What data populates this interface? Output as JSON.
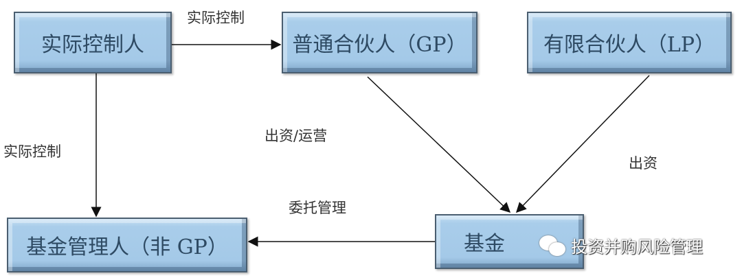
{
  "nodes": {
    "controller": "实际控制人",
    "gp": "普通合伙人（GP）",
    "lp": "有限合伙人（LP）",
    "manager": "基金管理人（非 GP）",
    "fund": "基金"
  },
  "edges": {
    "controller_to_gp": "实际控制",
    "controller_to_manager": "实际控制",
    "gp_to_fund": "出资/运营",
    "lp_to_fund": "出资",
    "fund_to_manager": "委托管理"
  },
  "watermark": {
    "text": "投资并购风险管理",
    "icon": "wechat-icon"
  }
}
